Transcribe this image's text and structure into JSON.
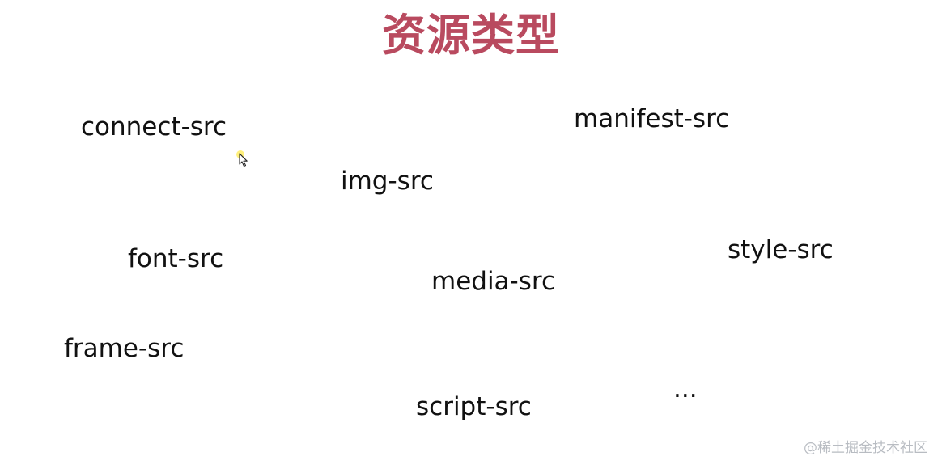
{
  "slide": {
    "title": "资源类型",
    "title_color": "#b94a5f",
    "terms": {
      "connect": "connect-src",
      "manifest": "manifest-src",
      "img": "img-src",
      "font": "font-src",
      "style": "style-src",
      "media": "media-src",
      "frame": "frame-src",
      "script": "script-src",
      "ellipsis": "..."
    }
  },
  "cursor": {
    "icon": "mouse-pointer-icon"
  },
  "watermark": {
    "text": "@稀土掘金技术社区"
  }
}
